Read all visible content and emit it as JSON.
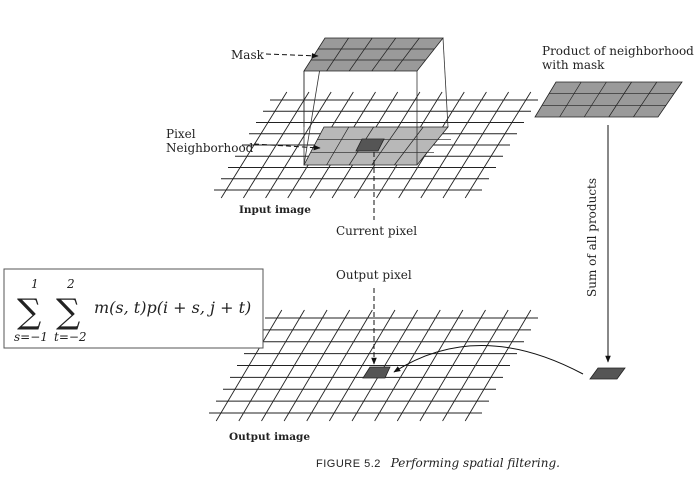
{
  "labels": {
    "mask": "Mask",
    "product": [
      "Product of neighborhood",
      "with mask"
    ],
    "pixel_neighborhood": [
      "Pixel",
      "Neighborhood"
    ],
    "input_image": "Input image",
    "current_pixel": "Current pixel",
    "sum_of_products": "Sum of all products",
    "output_pixel": "Output pixel",
    "output_image": "Output image"
  },
  "formula": {
    "outer_upper": "1",
    "outer_lower": "s=−1",
    "inner_upper": "2",
    "inner_lower": "t=−2",
    "sigma": "∑",
    "term": "m(s, t)p(i + s, j + t)"
  },
  "caption": {
    "figure_label": "FIGURE 5.2",
    "text": "Performing spatial filtering."
  },
  "colors": {
    "grid_line": "#222222",
    "neighborhood_fill": "#b8b8b8",
    "mask_fill": "#9a9a9a",
    "center_pixel_fill": "#555555"
  }
}
